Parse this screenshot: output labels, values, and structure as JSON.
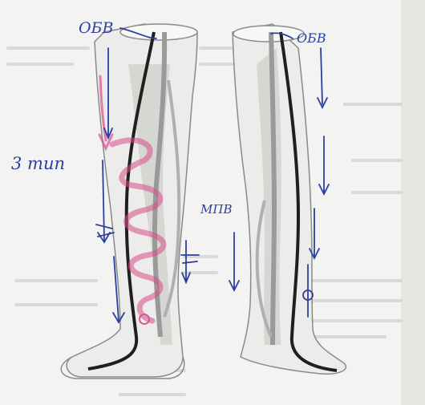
{
  "image": {
    "kind": "photo",
    "colors": {
      "paper": "#f3f3f1",
      "leg_outline": "#8a8a8a",
      "deep_vein": "#1f1f1f",
      "superficial_vein": "#9a9a9a",
      "pen_blue": "#2b3fa3",
      "pen_pink": "#d94f8a"
    }
  },
  "annotations": {
    "obv_left": "ОБВ",
    "obv_right": "ОБВ",
    "type": "3 тип",
    "mpv": "МПВ"
  }
}
